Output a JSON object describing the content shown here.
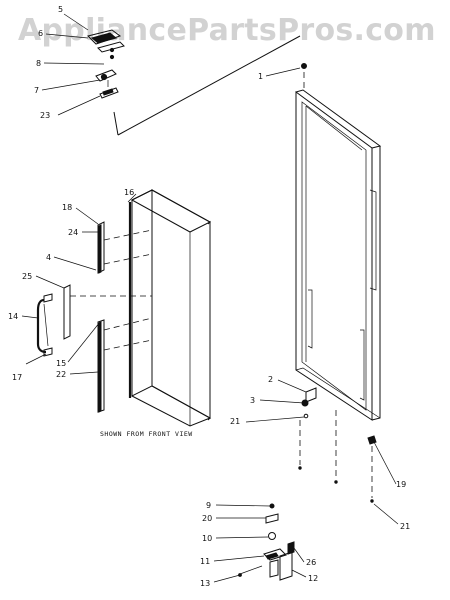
{
  "watermark": "AppliancePartsPros.com",
  "caption": "SHOWN FROM FRONT VIEW",
  "callouts": {
    "c5": "5",
    "c6": "6",
    "c8": "8",
    "c7": "7",
    "c23": "23",
    "c1": "1",
    "c16": "16",
    "c18": "18",
    "c24": "24",
    "c4": "4",
    "c25": "25",
    "c14": "14",
    "c15": "15",
    "c17": "17",
    "c22": "22",
    "c2": "2",
    "c3": "3",
    "c21a": "21",
    "c19": "19",
    "c21b": "21",
    "c9": "9",
    "c20": "20",
    "c10": "10",
    "c11": "11",
    "c26": "26",
    "c12": "12",
    "c13": "13"
  }
}
